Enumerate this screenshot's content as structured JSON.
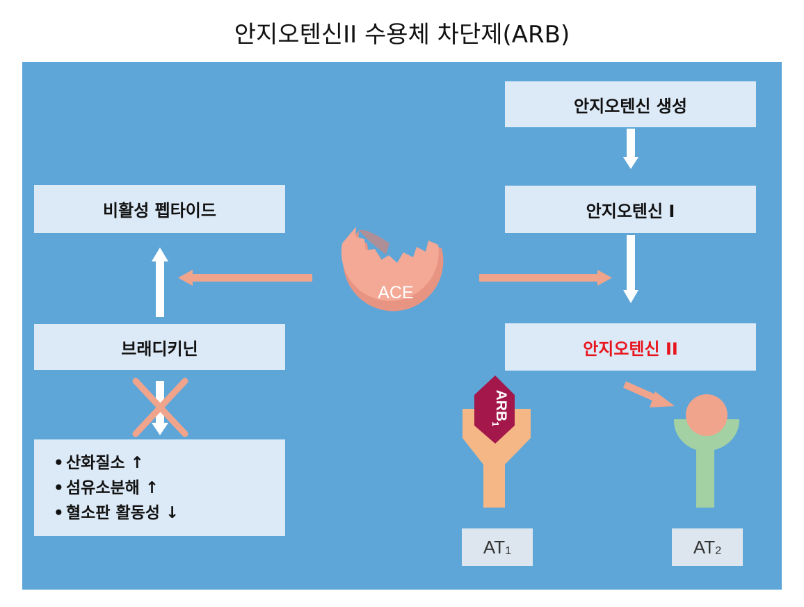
{
  "title": "안지오텐신II 수용체 차단제(ARB)",
  "boxes": {
    "generation": "안지오텐신 생성",
    "ang1": "안지오텐신 I",
    "ang2": "안지오텐신 II",
    "inactive": "비활성 펩타이드",
    "bradykinin": "브래디키닌"
  },
  "effects": [
    {
      "label": "산화질소",
      "arrow": "↑"
    },
    {
      "label": "섬유소분해",
      "arrow": "↑"
    },
    {
      "label": "혈소판 활동성",
      "arrow": "↓"
    }
  ],
  "ace_label": "ACE",
  "arb_label": "ARB",
  "arb_sub": "1",
  "at1": {
    "main": "AT",
    "sub": "1"
  },
  "at2": {
    "main": "AT",
    "sub": "2"
  },
  "colors": {
    "panel": "#5ea6d8",
    "box": "#dce9f6",
    "ang2_text": "#e8141c",
    "salmon": "#f0a48c",
    "arb": "#a3174a",
    "at1_receptor": "#f5b785",
    "at2_receptor": "#a3d1a3"
  }
}
